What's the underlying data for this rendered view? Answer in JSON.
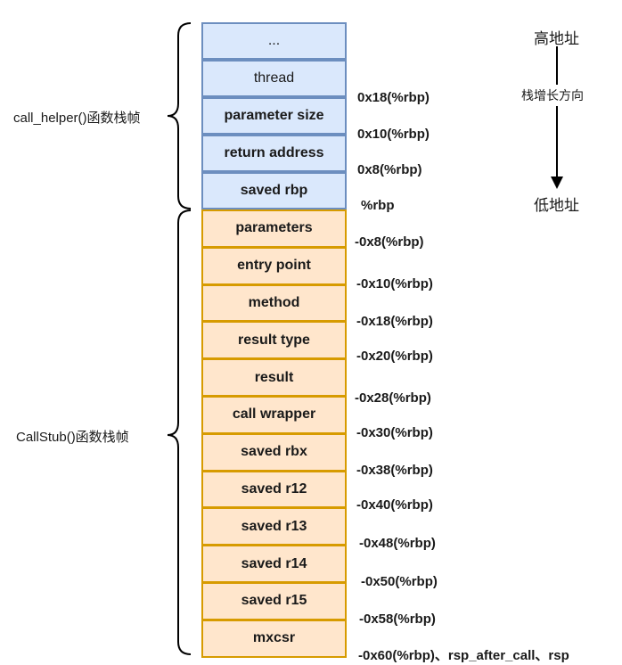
{
  "direction": {
    "high_label": "高地址",
    "growth_label": "栈增长方向",
    "low_label": "低地址"
  },
  "frames": {
    "call_helper_label": "call_helper()函数栈帧",
    "callstub_label": "CallStub()函数栈帧"
  },
  "call_helper_cells": [
    "...",
    "thread",
    "parameter size",
    "return address",
    "saved rbp"
  ],
  "callstub_cells": [
    "parameters",
    "entry point",
    "method",
    "result type",
    "result",
    "call wrapper",
    "saved rbx",
    "saved r12",
    "saved r13",
    "saved r14",
    "saved r15",
    "mxcsr"
  ],
  "offsets": [
    "0x18(%rbp)",
    "0x10(%rbp)",
    "0x8(%rbp)",
    "%rbp",
    "-0x8(%rbp)",
    "-0x10(%rbp)",
    "-0x18(%rbp)",
    "-0x20(%rbp)",
    "-0x28(%rbp)",
    "-0x30(%rbp)",
    "-0x38(%rbp)",
    "-0x40(%rbp)",
    "-0x48(%rbp)",
    "-0x50(%rbp)",
    "-0x58(%rbp)",
    "-0x60(%rbp)、rsp_after_call、rsp"
  ],
  "colors": {
    "blue_fill": "#dae8fc",
    "blue_stroke": "#6c8ebf",
    "orange_fill": "#ffe6cc",
    "orange_stroke": "#d79b00"
  }
}
